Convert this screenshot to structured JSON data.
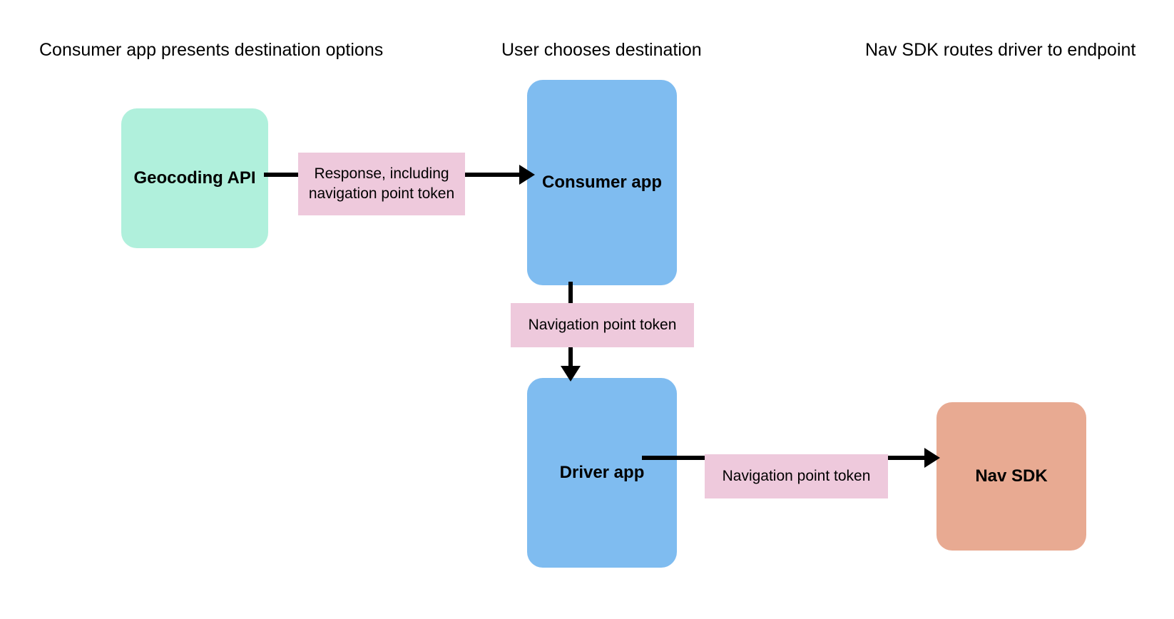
{
  "diagram": {
    "title_columns": [
      {
        "id": "col-1",
        "label": "Consumer app presents destination options"
      },
      {
        "id": "col-2",
        "label": "User chooses destination"
      },
      {
        "id": "col-3",
        "label": "Nav SDK routes driver to endpoint"
      }
    ],
    "nodes": [
      {
        "id": "geocoding-api",
        "label": "Geocoding API",
        "color": "#B0F0DC"
      },
      {
        "id": "consumer-app",
        "label": "Consumer app",
        "color": "#7FBCF0"
      },
      {
        "id": "driver-app",
        "label": "Driver app",
        "color": "#7FBCF0"
      },
      {
        "id": "nav-sdk",
        "label": "Nav SDK",
        "color": "#E8AA92"
      }
    ],
    "edges": [
      {
        "id": "geocoding-to-consumer",
        "from": "geocoding-api",
        "to": "consumer-app",
        "label": "Response, including navigation point token",
        "label_color": "#EEC9DC",
        "direction": "right"
      },
      {
        "id": "consumer-to-driver",
        "from": "consumer-app",
        "to": "driver-app",
        "label": "Navigation point token",
        "label_color": "#EEC9DC",
        "direction": "down"
      },
      {
        "id": "driver-to-navsdk",
        "from": "driver-app",
        "to": "nav-sdk",
        "label": "Navigation point token",
        "label_color": "#EEC9DC",
        "direction": "right"
      }
    ],
    "colors": {
      "background": "#FFFFFF",
      "text": "#000000",
      "arrow": "#000000",
      "mint": "#B0F0DC",
      "blue": "#7FBCF0",
      "salmon": "#E8AA92",
      "pink": "#EEC9DC"
    }
  }
}
